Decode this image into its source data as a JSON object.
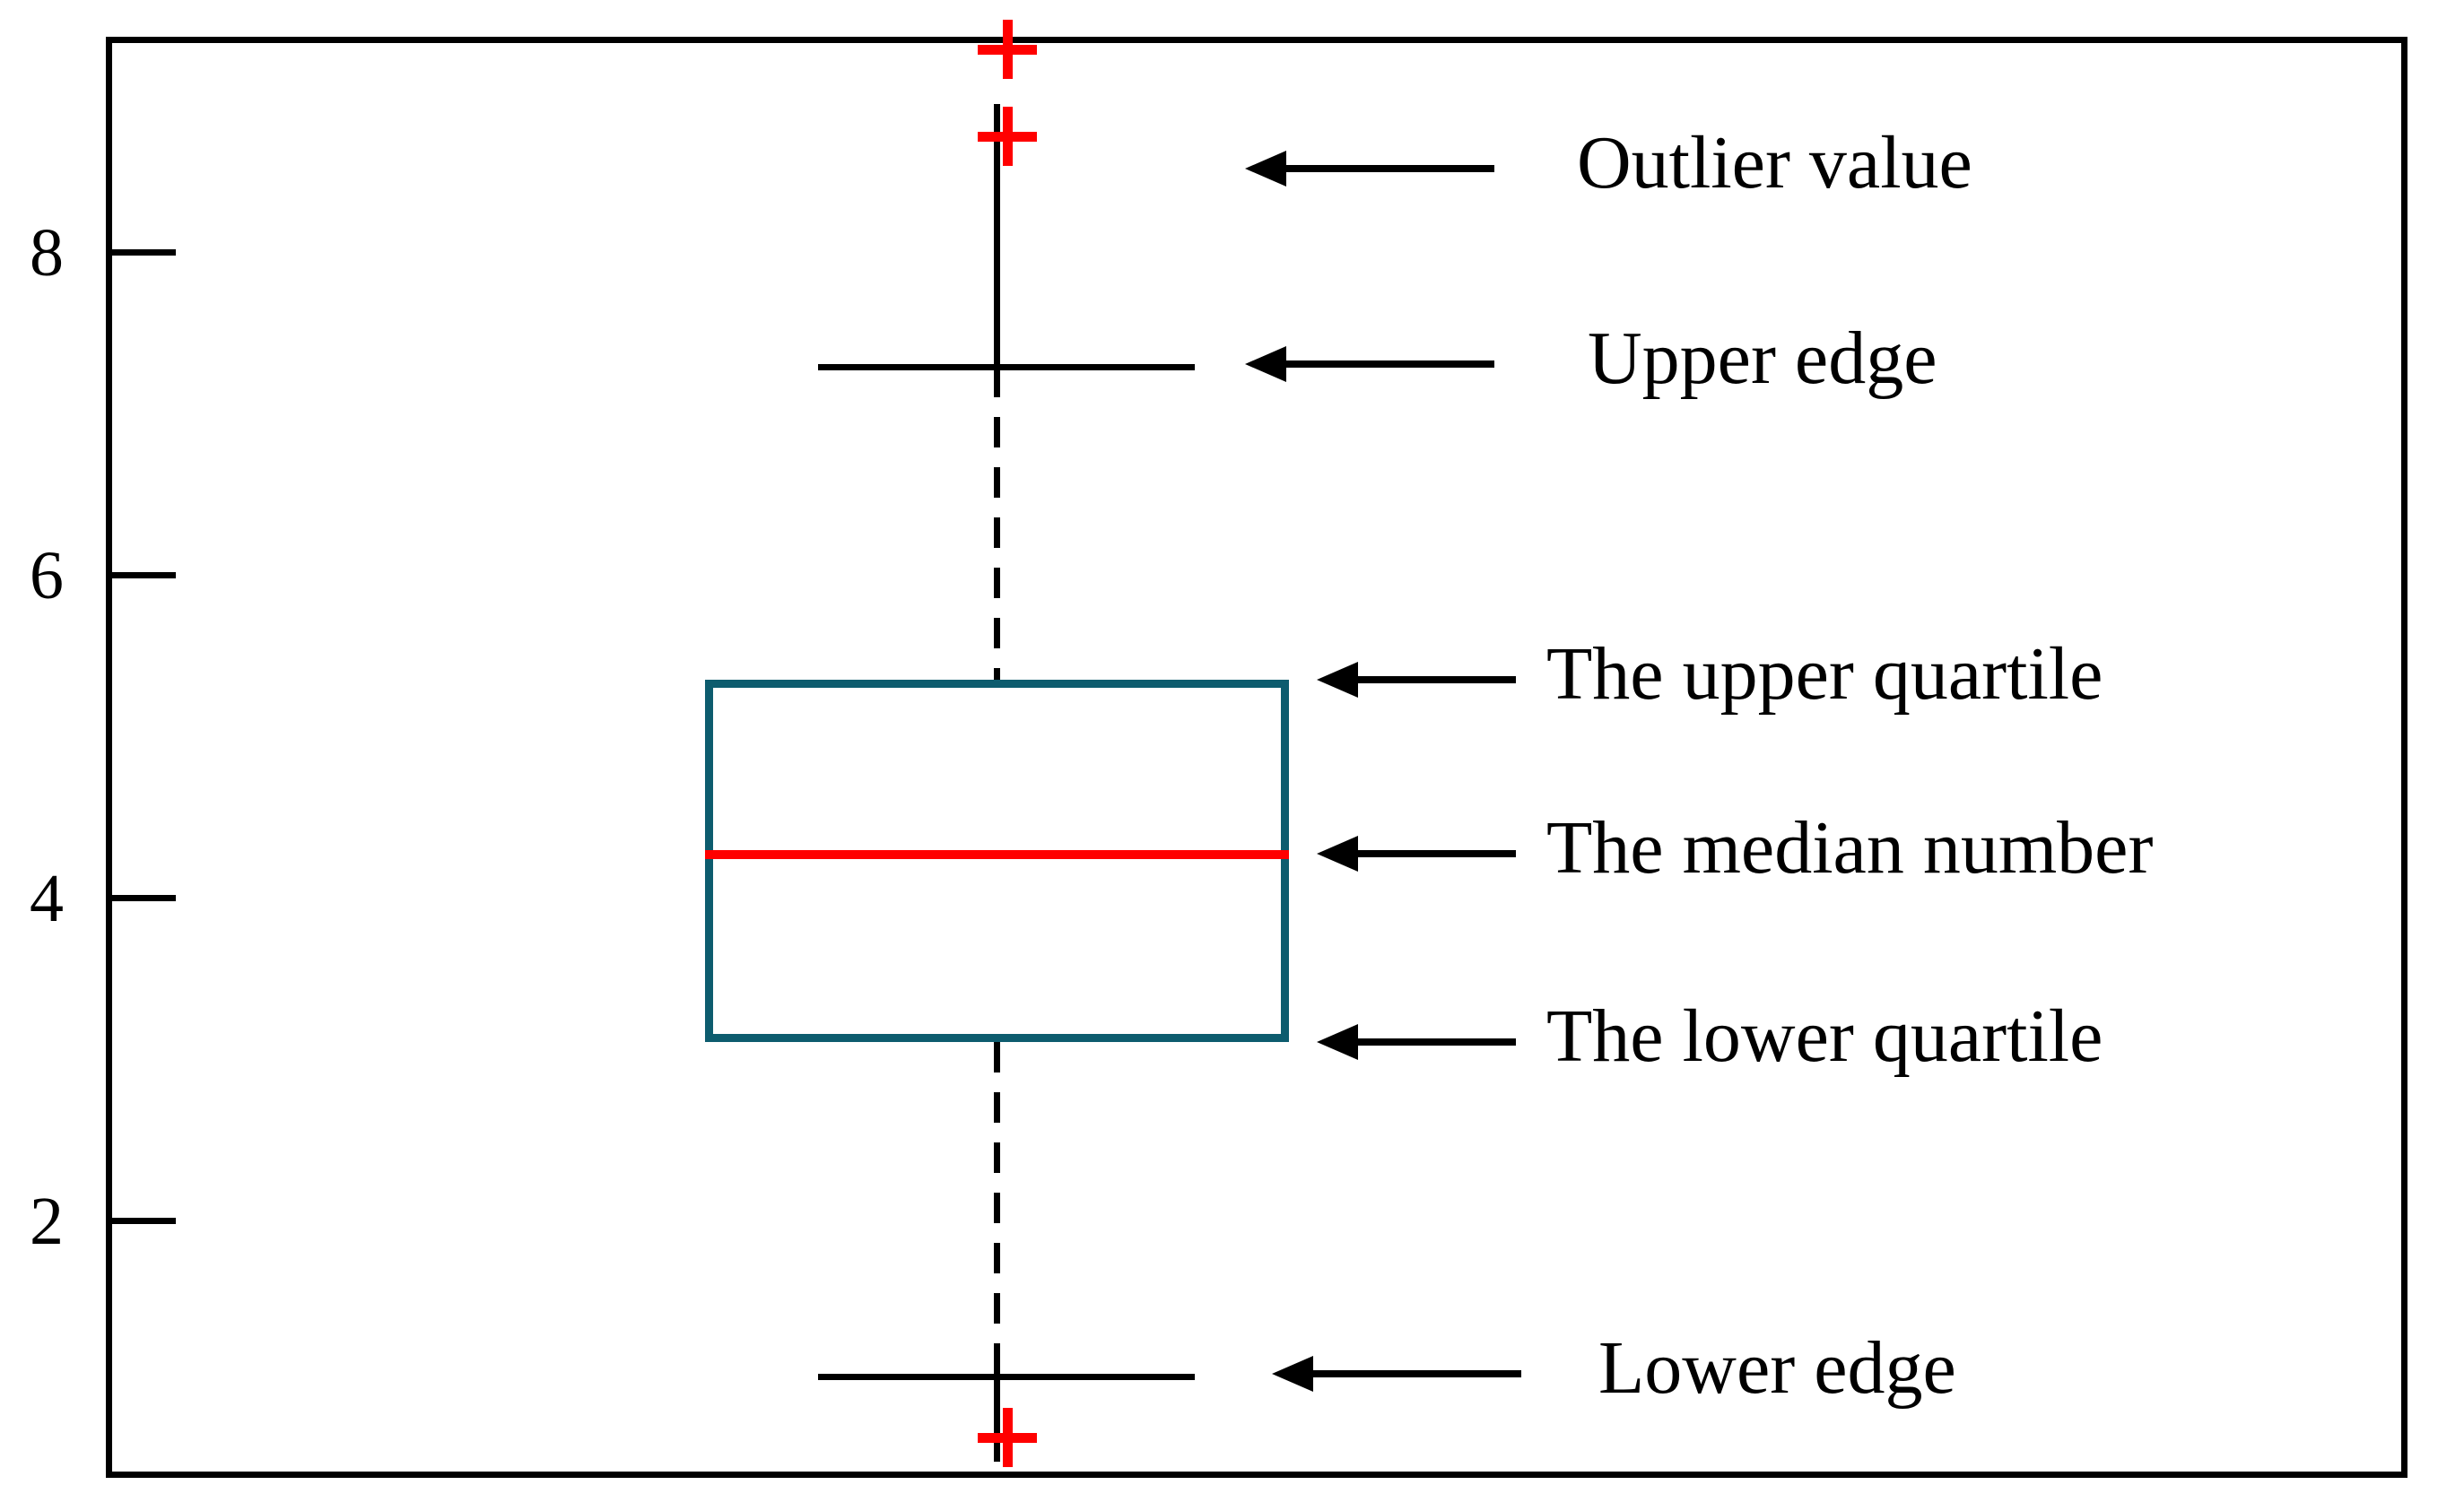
{
  "chart_data": {
    "type": "box",
    "title": "",
    "xlabel": "",
    "ylabel": "",
    "ylim": [
      0.72,
      9.32
    ],
    "grid": false,
    "legend": "none",
    "y_ticks": [
      {
        "label": "8",
        "value": 8
      },
      {
        "label": "6",
        "value": 6
      },
      {
        "label": "4",
        "value": 4
      },
      {
        "label": "2",
        "value": 2
      }
    ],
    "series": [
      {
        "name": "box-1",
        "lower_whisker_cap": 1.03,
        "lower_quartile": 3.08,
        "median": 4.26,
        "upper_quartile": 5.32,
        "upper_whisker_cap": 7.33,
        "outliers": [
          0.77,
          8.51,
          9.04
        ],
        "box_color": "#0d5c6e",
        "median_color": "#ff0000",
        "outlier_color": "#ff0000",
        "whisker_color": "#000000"
      }
    ],
    "annotations": [
      {
        "id": "outlier-value",
        "text": "Outlier value",
        "points_to": 8.51
      },
      {
        "id": "upper-edge",
        "text": "Upper edge",
        "points_to": 7.33
      },
      {
        "id": "the-upper-quartile",
        "text": "The upper quartile",
        "points_to": 5.32
      },
      {
        "id": "the-median-number",
        "text": "The median number",
        "points_to": 4.26
      },
      {
        "id": "the-lower-quartile",
        "text": "The lower quartile",
        "points_to": 3.08
      },
      {
        "id": "lower-edge",
        "text": "Lower edge",
        "points_to": 1.03
      }
    ]
  },
  "axis": {
    "tick_labels": {
      "t8": "8",
      "t6": "6",
      "t4": "4",
      "t2": "2"
    }
  },
  "annotations": {
    "outlier_value": "Outlier value",
    "upper_edge": "Upper edge",
    "upper_quartile": "The upper quartile",
    "median_number": "The median number",
    "lower_quartile": "The lower quartile",
    "lower_edge": "Lower edge"
  },
  "colors": {
    "box": "#0d5c6e",
    "median": "#ff0000",
    "outlier": "#ff0000",
    "axis": "#000000",
    "background": "#ffffff"
  }
}
